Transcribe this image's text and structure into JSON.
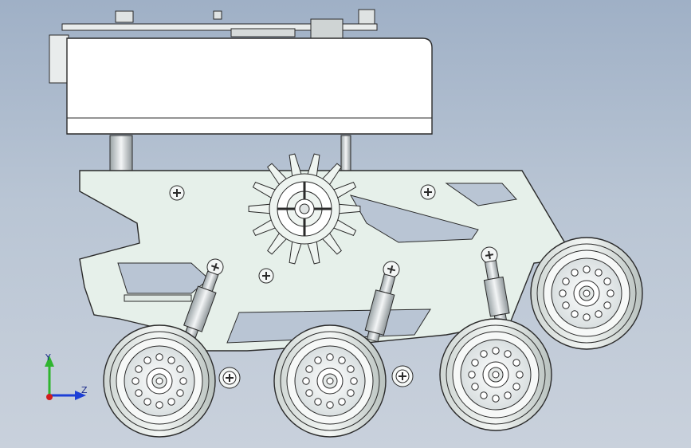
{
  "viewport": {
    "background_top": "#9fb0c6",
    "background_bottom": "#c9d1dc"
  },
  "model": {
    "chassis_color": "#e6f0ea",
    "edge_color": "#2a2a2a",
    "box_color": "#ffffff",
    "wheel_count": 4,
    "shock_count": 3
  },
  "triad": {
    "y_label": "Y",
    "z_label": "Z",
    "y_color": "#2fb52f",
    "z_color": "#1d3fd6",
    "x_color": "#d21c1c"
  }
}
